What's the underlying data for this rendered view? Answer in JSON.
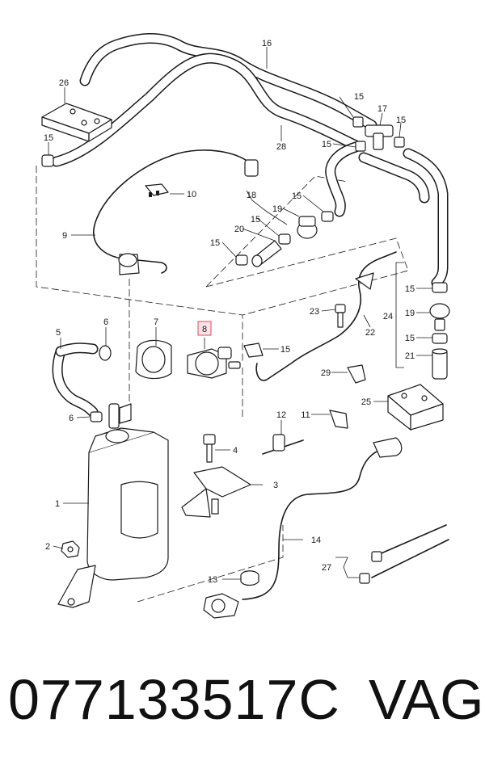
{
  "callouts": {
    "c1": "1",
    "c2": "2",
    "c3": "3",
    "c4": "4",
    "c5": "5",
    "c6a": "6",
    "c6b": "6",
    "c7": "7",
    "c8": "8",
    "c9": "9",
    "c10": "10",
    "c11": "11",
    "c12": "12",
    "c13": "13",
    "c14": "14",
    "c15a": "15",
    "c15b": "15",
    "c15c": "15",
    "c15d": "15",
    "c15e": "15",
    "c15f": "15",
    "c15g": "15",
    "c15h": "15",
    "c15i": "15",
    "c15j": "15",
    "c16": "16",
    "c17": "17",
    "c18": "18",
    "c19a": "19",
    "c19b": "19",
    "c20": "20",
    "c21": "21",
    "c22": "22",
    "c23": "23",
    "c24": "24",
    "c25": "25",
    "c26": "26",
    "c27": "27",
    "c28": "28",
    "c29": "29"
  },
  "highlight_color": "#d9475f",
  "footer": {
    "part_number": "077133517C",
    "brand": "VAG"
  }
}
